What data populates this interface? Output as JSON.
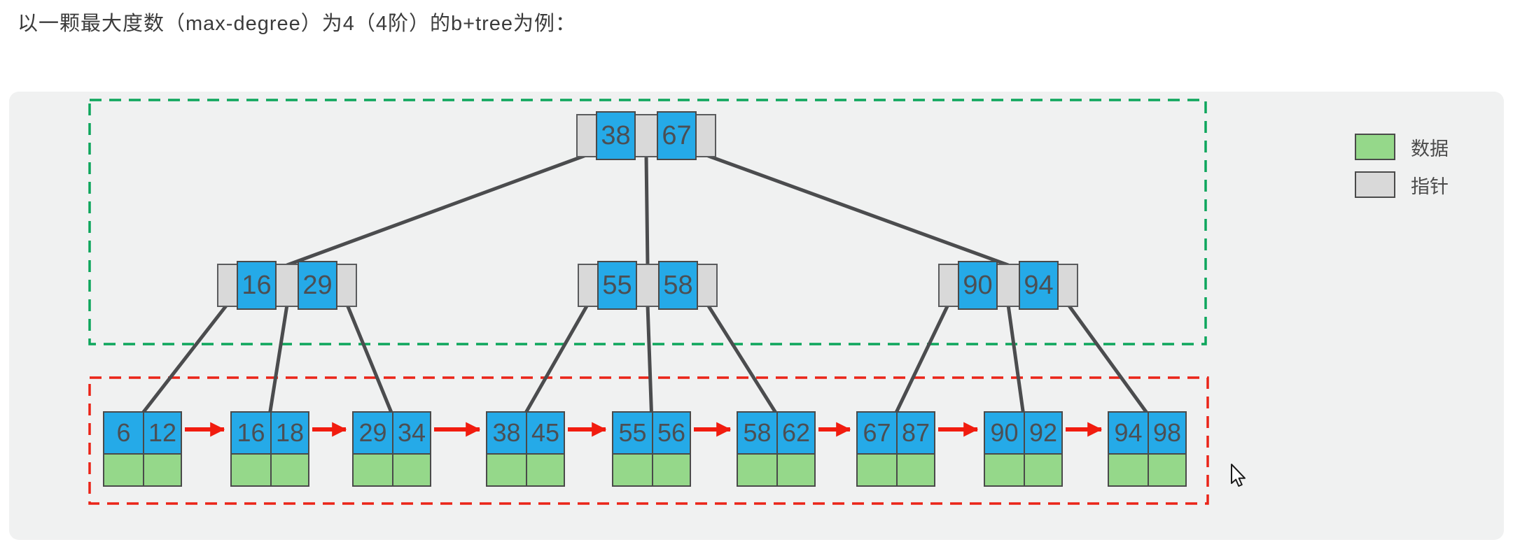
{
  "title": "以一颗最大度数（max-degree）为4（4阶）的b+tree为例：",
  "legend": {
    "items": [
      {
        "label": "数据",
        "color": "#95d88a"
      },
      {
        "label": "指针",
        "color": "#d9d9d9"
      }
    ]
  },
  "tree": {
    "root": {
      "keys": [
        "38",
        "67"
      ]
    },
    "internal_nodes": [
      {
        "keys": [
          "16",
          "29"
        ]
      },
      {
        "keys": [
          "55",
          "58"
        ]
      },
      {
        "keys": [
          "90",
          "94"
        ]
      }
    ],
    "leaf_nodes": [
      {
        "keys": [
          "6",
          "12"
        ]
      },
      {
        "keys": [
          "16",
          "18"
        ]
      },
      {
        "keys": [
          "29",
          "34"
        ]
      },
      {
        "keys": [
          "38",
          "45"
        ]
      },
      {
        "keys": [
          "55",
          "56"
        ]
      },
      {
        "keys": [
          "58",
          "62"
        ]
      },
      {
        "keys": [
          "67",
          "87"
        ]
      },
      {
        "keys": [
          "90",
          "92"
        ]
      },
      {
        "keys": [
          "94",
          "98"
        ]
      }
    ]
  },
  "colors": {
    "key_cell": "#25aae8",
    "data_cell": "#95d88a",
    "pointer_cell": "#d9d9d9",
    "node_border": "#4a4a4a",
    "tree_edge": "#4b4c4e",
    "leaf_link_arrow": "#f11c0f",
    "index_area_outline": "#0da65c",
    "data_area_outline": "#ea2418",
    "panel_bg": "#f0f1f1"
  }
}
